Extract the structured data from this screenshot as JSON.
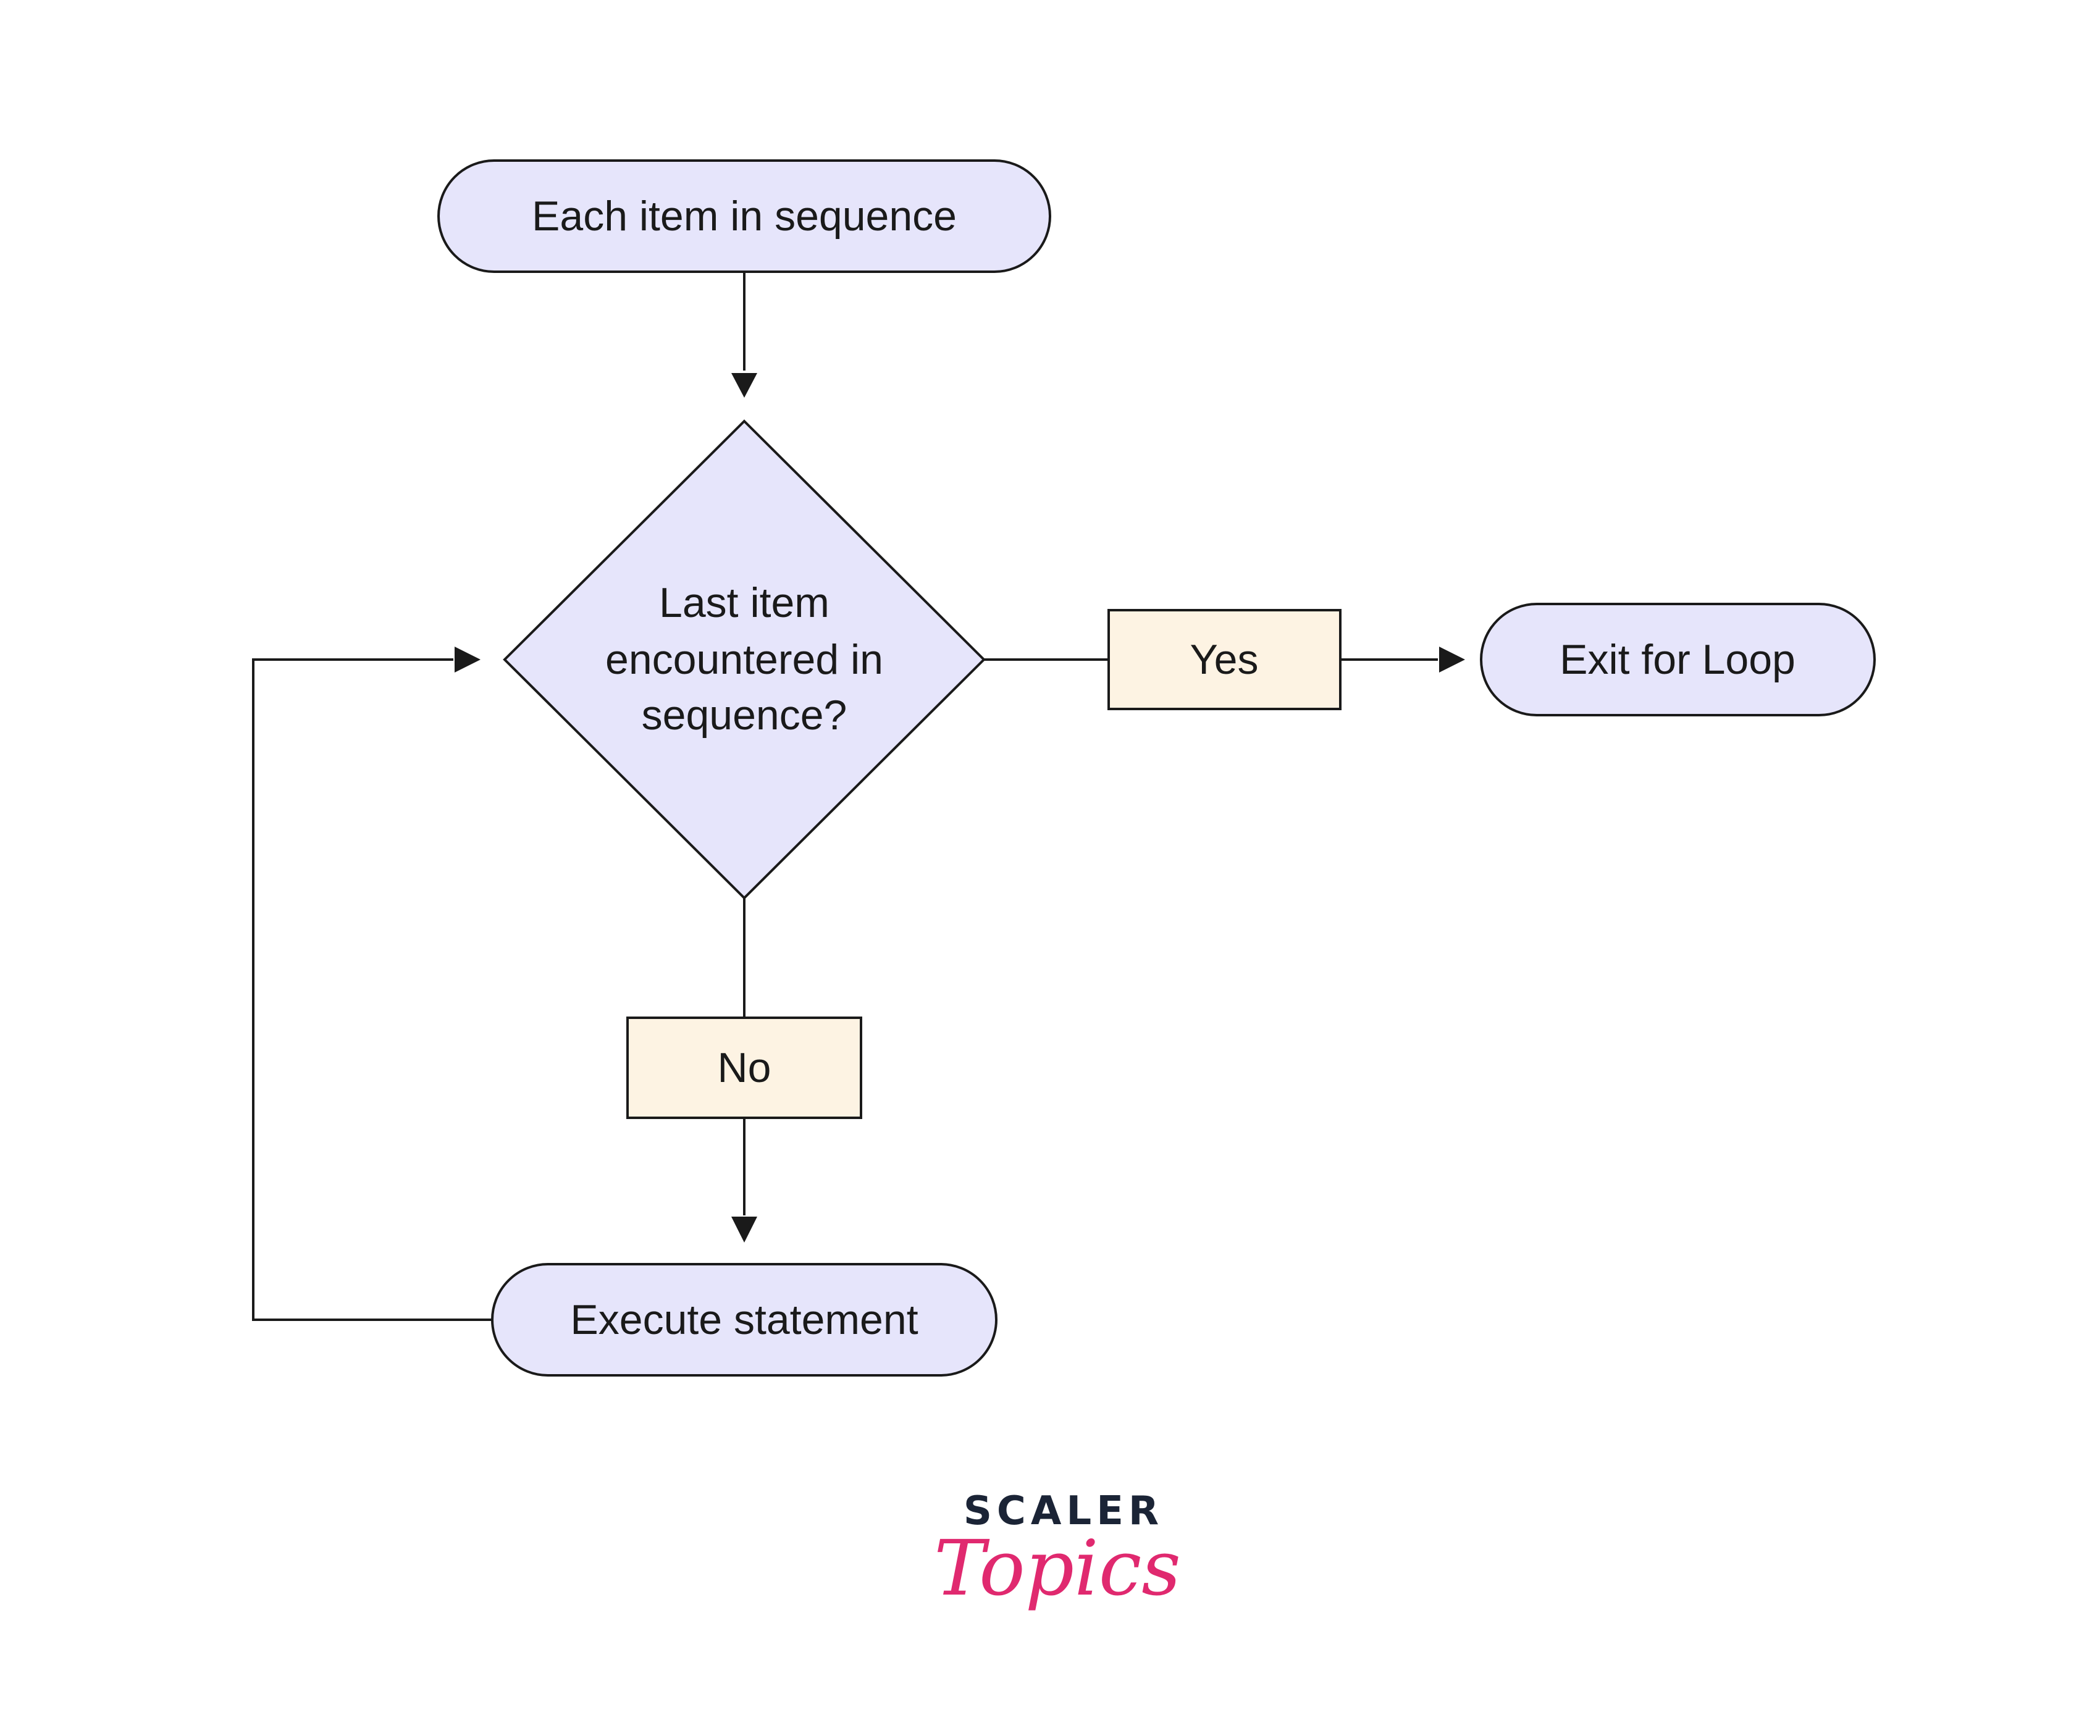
{
  "diagram": {
    "type": "flowchart",
    "nodes": {
      "start": {
        "label": "Each item in sequence",
        "shape": "terminal"
      },
      "decision": {
        "lines": [
          "Last item",
          "encountered in",
          "sequence?"
        ],
        "shape": "decision"
      },
      "yes_label": {
        "label": "Yes",
        "shape": "branch-label"
      },
      "no_label": {
        "label": "No",
        "shape": "branch-label"
      },
      "exit": {
        "label": "Exit for Loop",
        "shape": "terminal"
      },
      "execute": {
        "label": "Execute statement",
        "shape": "terminal"
      }
    },
    "edges": [
      {
        "from": "start",
        "to": "decision"
      },
      {
        "from": "decision",
        "to": "exit",
        "via": "yes_label"
      },
      {
        "from": "decision",
        "to": "execute",
        "via": "no_label"
      },
      {
        "from": "execute",
        "to": "decision"
      }
    ],
    "colors": {
      "node_fill": "#e6e5fb",
      "label_fill": "#fdf3e3",
      "stroke": "#1a1a1a"
    }
  },
  "logo": {
    "text": "SCALER Topics",
    "brand_colors": {
      "scaler": "#1b2436",
      "topics": "#e0296f"
    }
  }
}
